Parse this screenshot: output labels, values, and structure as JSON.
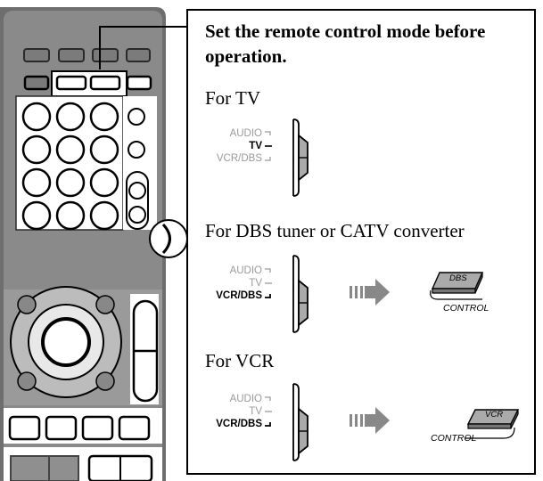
{
  "heading_line1": "Set the remote control mode before",
  "heading_line2": "operation.",
  "sections": [
    {
      "title": "For TV"
    },
    {
      "title": "For DBS tuner or CATV converter",
      "badge": "DBS",
      "control": "CONTROL"
    },
    {
      "title": "For VCR",
      "badge": "VCR",
      "control": "CONTROL"
    }
  ],
  "switch_labels": {
    "audio": "AUDIO",
    "tv": "TV",
    "vcr_dbs": "VCR/DBS"
  }
}
